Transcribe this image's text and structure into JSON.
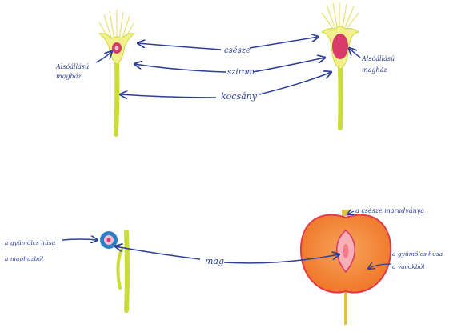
{
  "labels": {
    "pistil_left": [
      "Alsóállású",
      "magház"
    ],
    "pistil_right": [
      "Alsóállású",
      "magház"
    ],
    "stamen": "csésze",
    "petal": "szirom",
    "stem": "kocsány",
    "calyx_remnant": "a csésze maradványa",
    "seed": "mag",
    "left_note": [
      "a gyümölcs húsa",
      "a magházból"
    ],
    "right_note": [
      "a gyümölcs húsa",
      "a vacokból"
    ]
  },
  "colors": {
    "stem": "#c9dc3a",
    "flower_yellow": "#f2f08a",
    "ovary_pink": "#d83a6a",
    "arrow_blue": "#2a3e9a",
    "fruit_orange": "#f58a3a",
    "fruit_edge": "#e23a4a",
    "seed_blue": "#2a7ec8"
  }
}
